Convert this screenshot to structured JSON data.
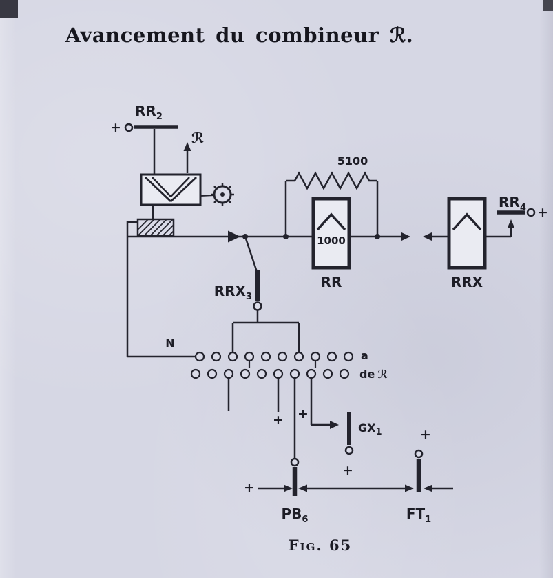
{
  "page": {
    "title": "Avancement du combineur ℛ.",
    "caption": "Fig. 65"
  },
  "labels": {
    "rr2": {
      "base": "RR",
      "sub": "2"
    },
    "script_r": "ℛ",
    "resistor_value": "5100",
    "coil_value": "1000",
    "rr": "RR",
    "rrx": "RRX",
    "rr4": {
      "base": "RR",
      "sub": "4"
    },
    "rrx3": {
      "base": "RRX",
      "sub": "3"
    },
    "n": "N",
    "a": "a",
    "de": "de",
    "gx1": {
      "base": "GX",
      "sub": "1"
    },
    "pb6": {
      "base": "PB",
      "sub": "6"
    },
    "ft1": {
      "base": "FT",
      "sub": "1"
    },
    "plus": "+"
  },
  "colors": {
    "paper": "#d6d7e4",
    "ink": "#23232d"
  }
}
